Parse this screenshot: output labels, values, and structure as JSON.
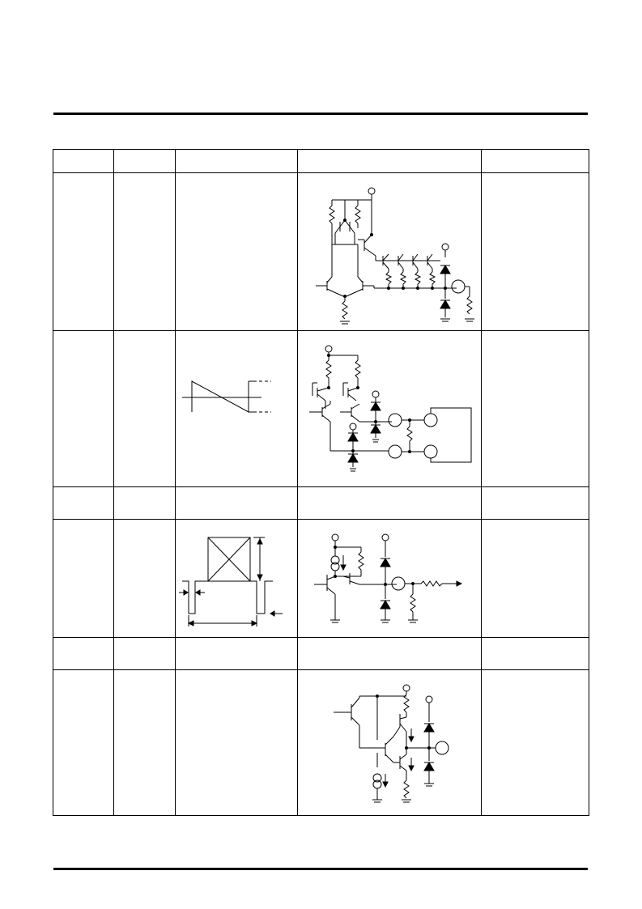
{
  "table": {
    "headers": [
      "",
      "",
      "",
      "",
      ""
    ],
    "rows": [
      {
        "pin": "",
        "name": "",
        "waveform": "",
        "circuit": "equivalent-circuit",
        "note": ""
      },
      {
        "pin": "",
        "name": "",
        "waveform": "sawtooth",
        "circuit": "equivalent-circuit",
        "note": ""
      },
      {
        "pin": "",
        "name": "",
        "waveform": "",
        "circuit": "",
        "note": ""
      },
      {
        "pin": "",
        "name": "",
        "waveform": "pulse",
        "circuit": "equivalent-circuit",
        "note": ""
      },
      {
        "pin": "",
        "name": "",
        "waveform": "",
        "circuit": "",
        "note": ""
      },
      {
        "pin": "",
        "name": "",
        "waveform": "",
        "circuit": "equivalent-circuit",
        "note": ""
      }
    ]
  },
  "icons": [
    "power-terminal-icon",
    "ground-icon",
    "diode-icon",
    "resistor-icon",
    "transistor-icon",
    "current-source-icon",
    "pin-circle-icon"
  ]
}
